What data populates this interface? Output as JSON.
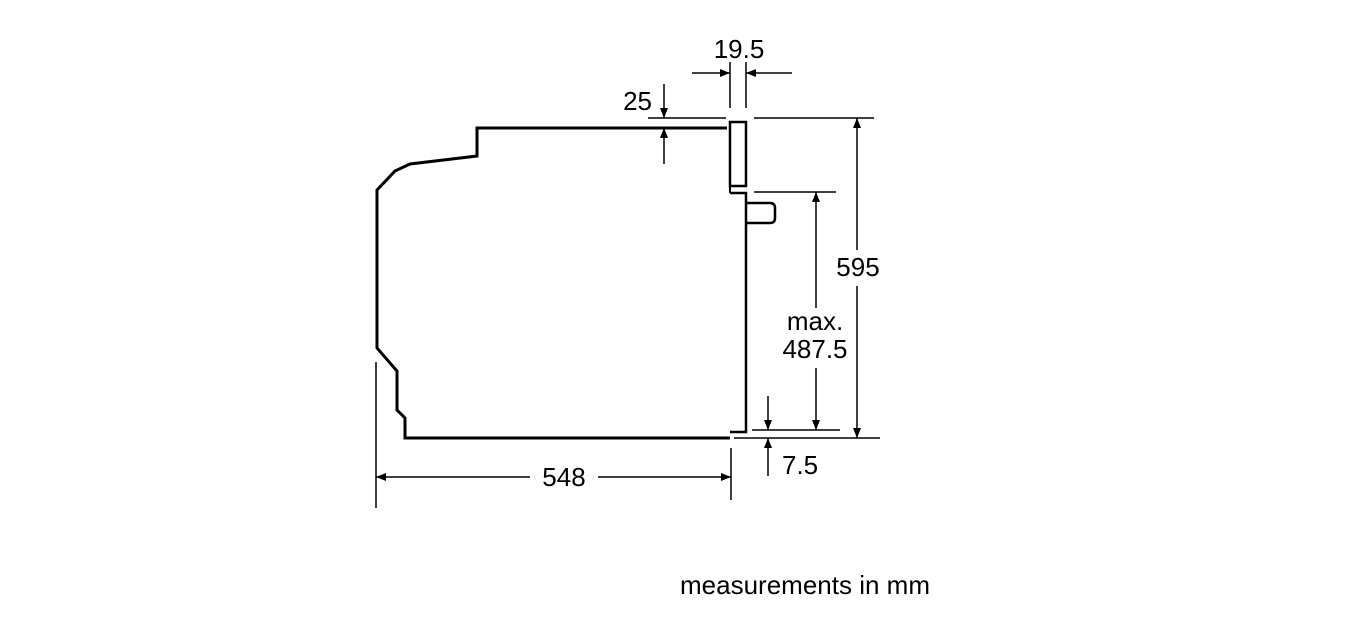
{
  "diagram": {
    "dimensions": {
      "top_recess_width": "19.5",
      "top_clearance": "25",
      "total_height": "595",
      "door_max_label": "max.",
      "door_max_value": "487.5",
      "bottom_offset": "7.5",
      "depth": "548"
    },
    "caption": "measurements in mm"
  }
}
